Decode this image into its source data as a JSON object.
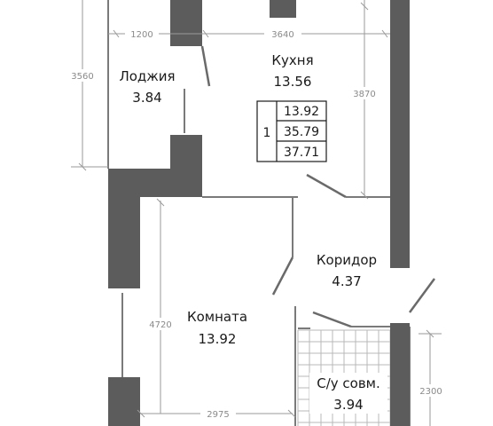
{
  "rooms": {
    "loggia": {
      "name": "Лоджия",
      "area": "3.84"
    },
    "kitchen": {
      "name": "Кухня",
      "area": "13.56"
    },
    "corridor": {
      "name": "Коридор",
      "area": "4.37"
    },
    "room": {
      "name": "Комната",
      "area": "13.92"
    },
    "bathroom": {
      "name": "С/у совм.",
      "area": "3.94"
    }
  },
  "dimensions": {
    "top_left": "1200",
    "top_right": "3640",
    "left_height": "3560",
    "kitchen_height": "3870",
    "room_height": "4720",
    "room_width": "2975",
    "bath_height": "2300"
  },
  "summary": {
    "rooms_count": "1",
    "living_area": "13.92",
    "useful_area": "35.79",
    "total_area": "37.71"
  },
  "colors": {
    "wall": "#5c5c5c",
    "dimension": "#9a9a9a",
    "text": "#1a1a1a"
  }
}
